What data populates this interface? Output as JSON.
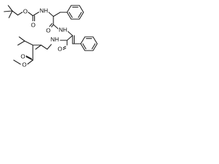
{
  "molecule": {
    "atoms": {
      "o_ether_boc": "O",
      "nh_boc": "NH",
      "o_carbonyl_boc": "O",
      "o_carbonyl_phe": "O",
      "nh_phe": "NH",
      "o_carbonyl_dehydro": "O",
      "nh_val": "NH",
      "o_carbonyl_ester": "O",
      "o_ether_ester": "O"
    }
  },
  "colors": {
    "bond": "#1a1a1a",
    "label": "#000000",
    "background": "#ffffff"
  }
}
